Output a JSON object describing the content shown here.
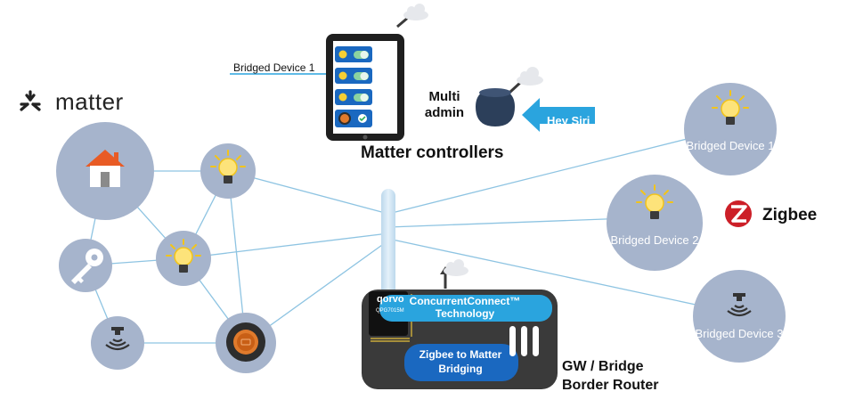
{
  "brand": {
    "name": "matter"
  },
  "controllers": {
    "title": "Matter controllers",
    "multi_admin": "Multi admin",
    "hey_siri": "Hey Siri",
    "bridged_label": "Bridged Device 1"
  },
  "zigbee": {
    "label": "Zigbee"
  },
  "gateway": {
    "chip_brand": "qorvo",
    "chip_part": "QPG7015M",
    "concurrent": "ConcurrentConnect™ Technology",
    "bridging": "Zigbee to Matter Bridging",
    "label": "GW / Bridge Border Router"
  },
  "bridged_devices": [
    {
      "label": "Bridged Device 1",
      "icon": "bulb-icon"
    },
    {
      "label": "Bridged Device 2",
      "icon": "bulb-icon"
    },
    {
      "label": "Bridged Device 3",
      "icon": "sensor-icon"
    }
  ],
  "colors": {
    "node_fill": "#a6b4cc",
    "link": "#8ec4e2",
    "accent_blue": "#2aa4de",
    "deep_blue": "#1a68c0",
    "gateway_body": "#3a3a3a",
    "zigbee_red": "#cc1f28"
  }
}
